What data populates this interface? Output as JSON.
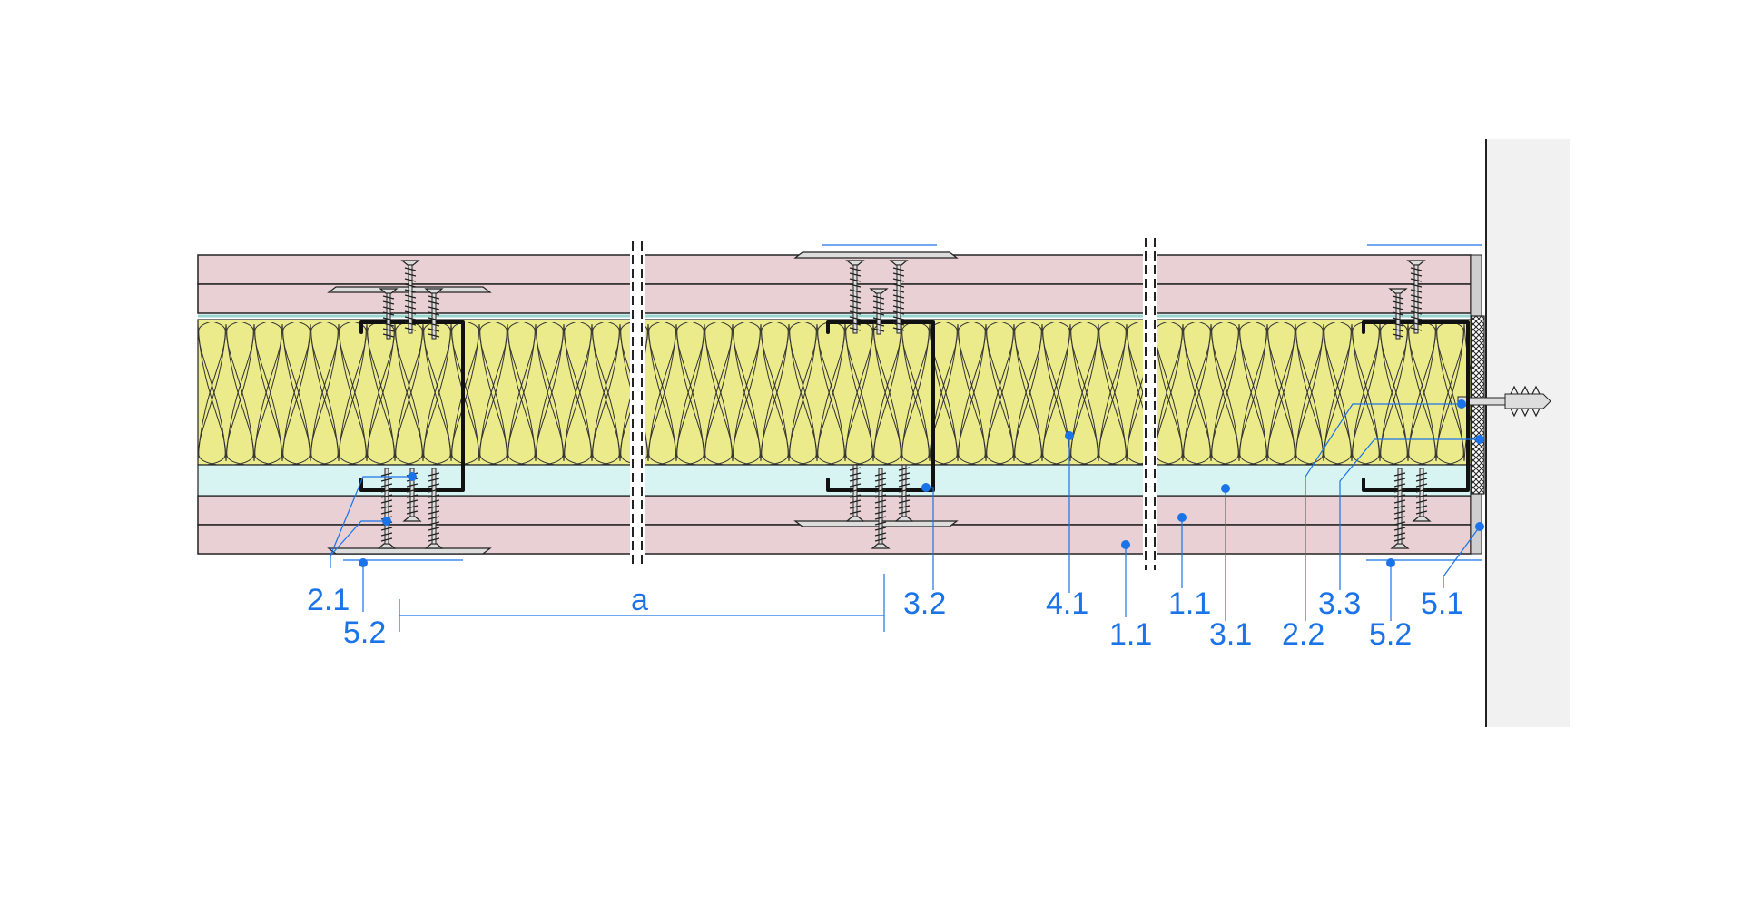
{
  "labels": {
    "l21": "2.1",
    "l52a": "5.2",
    "la": "a",
    "l32": "3.2",
    "l41": "4.1",
    "l11a": "1.1",
    "l11b": "1.1",
    "l31": "3.1",
    "l22": "2.2",
    "l33": "3.3",
    "l52b": "5.2",
    "l51": "5.1"
  },
  "colors": {
    "board": "#e8d0d4",
    "insulation": "#eceb8c",
    "air_gap": "#d8f4f2",
    "wall": "#f1f1f1",
    "leader": "#1a73e8",
    "outline": "#222222"
  },
  "icons": {
    "screw": "drywall-screw-icon",
    "anchor": "wall-anchor-icon",
    "profile": "c-stud-profile-icon",
    "break": "break-line-icon"
  }
}
